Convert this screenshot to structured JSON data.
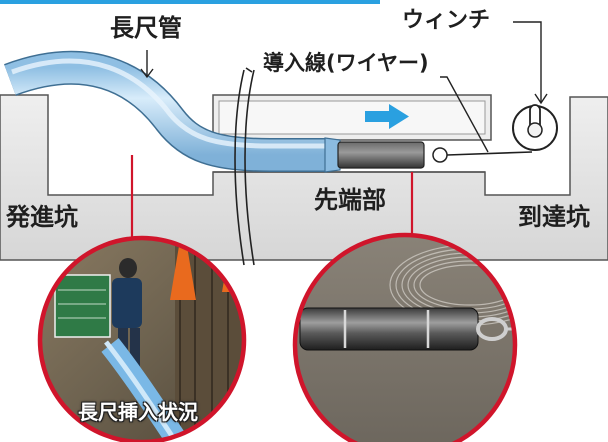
{
  "labels": {
    "long_pipe": "長尺管",
    "winch": "ウィンチ",
    "lead_wire": "導入線(ワイヤー)",
    "start_pit": "発進坑",
    "tip": "先端部",
    "arrival_pit": "到達坑",
    "photo_left_caption": "長尺挿入状況"
  },
  "colors": {
    "ground": "#e6e6e6",
    "ground_stroke": "#555555",
    "pipe_fill": "#b6d9f2",
    "pipe_stroke": "#3f6f93",
    "direction_arrow": "#2aa0e0",
    "photo_border": "#d0152b",
    "top_bar": "#2aa0e0"
  },
  "icons": [
    "winch-icon",
    "right-arrow-icon"
  ]
}
